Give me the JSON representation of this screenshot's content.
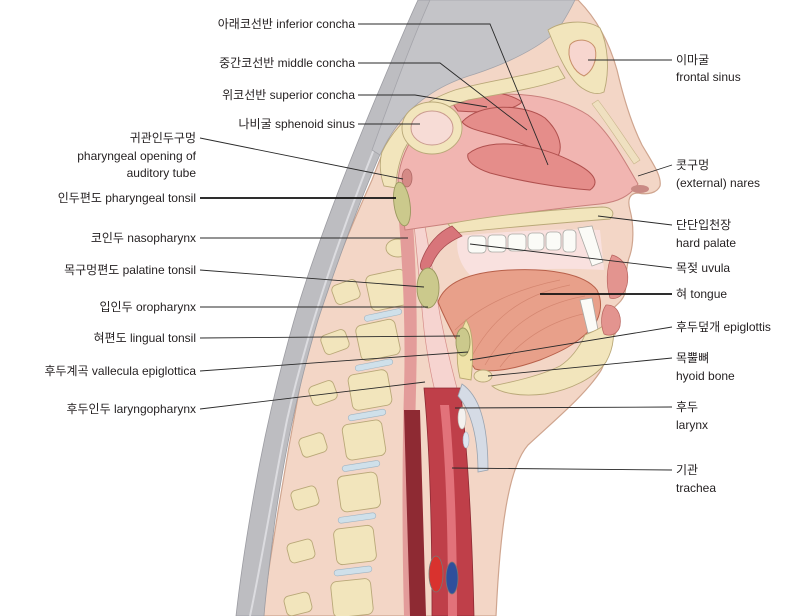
{
  "labels": {
    "inferior_concha": "아래코선반 inferior concha",
    "middle_concha": "중간코선반 middle concha",
    "superior_concha": "위코선반 superior concha",
    "sphenoid_sinus": "나비굴 sphenoid sinus",
    "pharyngeal_opening_auditory_tube": [
      "귀관인두구멍",
      "pharyngeal opening of",
      "auditory tube"
    ],
    "pharyngeal_tonsil": "인두편도 pharyngeal tonsil",
    "nasopharynx": "코인두 nasopharynx",
    "palatine_tonsil": "목구멍편도 palatine tonsil",
    "oropharynx": "입인두 oropharynx",
    "lingual_tonsil": "혀편도 lingual tonsil",
    "vallecula_epiglottica": "후두계곡 vallecula epiglottica",
    "laryngopharynx": "후두인두 laryngopharynx",
    "frontal_sinus": [
      "이마굴",
      "frontal sinus"
    ],
    "external_nares": [
      "콧구멍",
      "(external) nares"
    ],
    "hard_palate": [
      "단단입천장",
      "hard palate"
    ],
    "uvula": "목젖 uvula",
    "tongue": "혀 tongue",
    "epiglottis": "후두덮개 epiglottis",
    "hyoid_bone": [
      "목뿔뼈",
      "hyoid bone"
    ],
    "larynx": [
      "후두",
      "larynx"
    ],
    "trachea": [
      "기관",
      "trachea"
    ]
  }
}
